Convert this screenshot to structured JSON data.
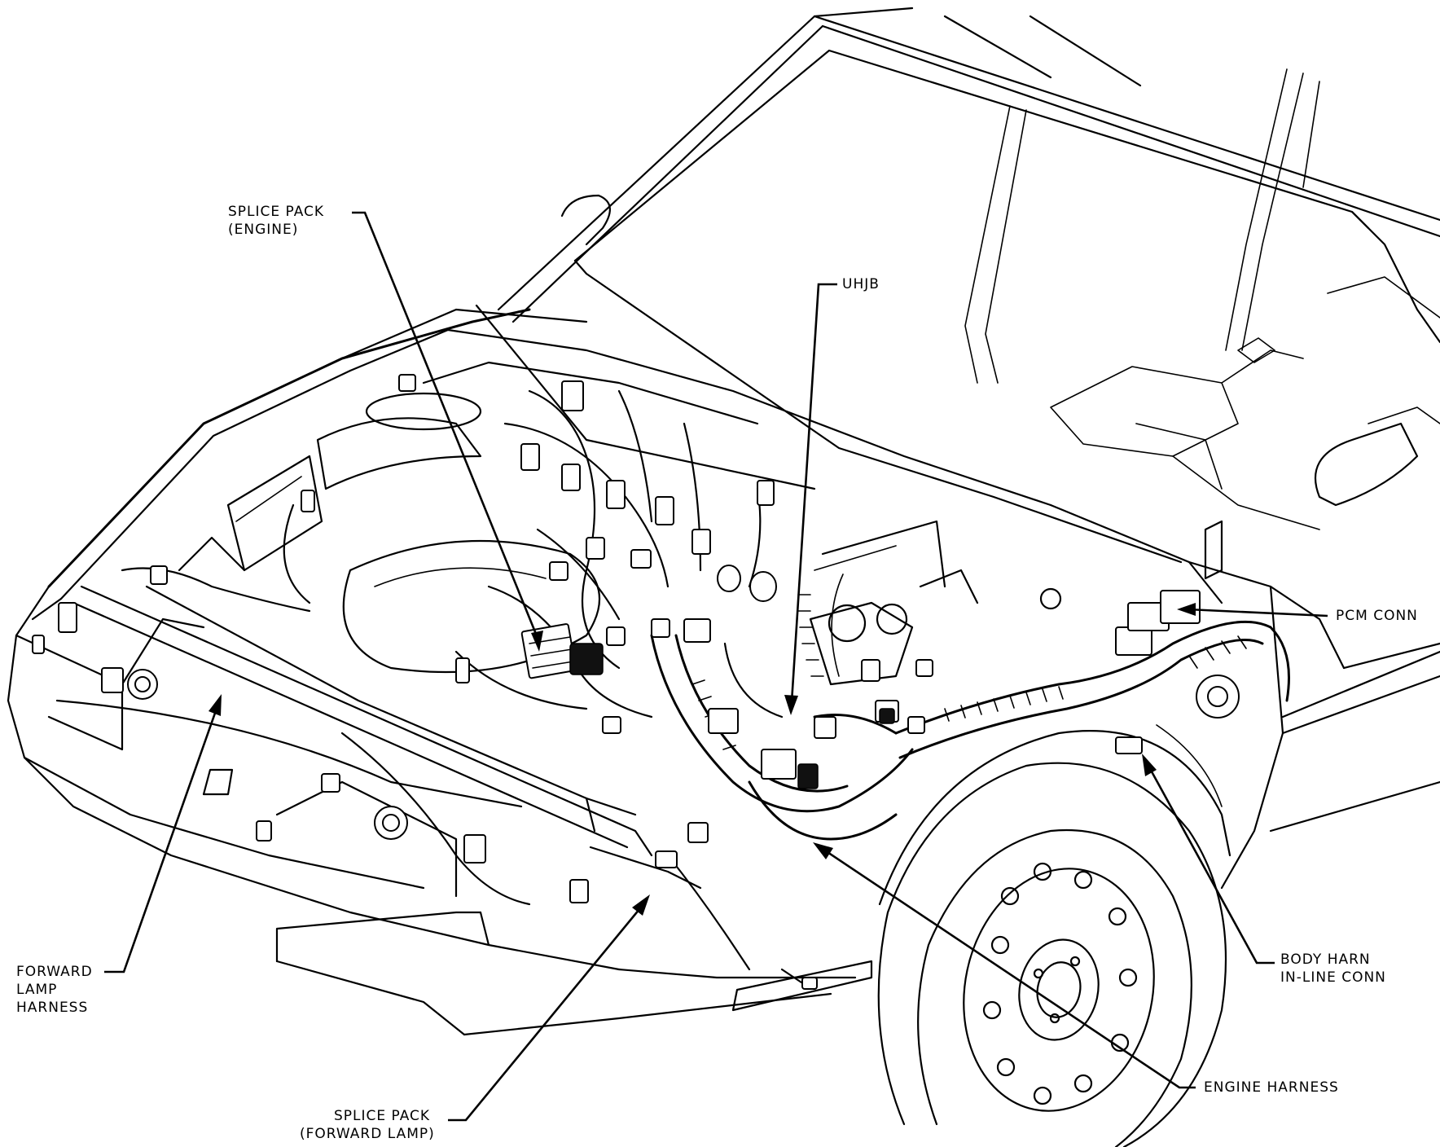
{
  "labels": {
    "splice_pack_engine_l1": "SPLICE PACK",
    "splice_pack_engine_l2": "(ENGINE)",
    "uhjb": "UHJB",
    "pcm_conn": "PCM CONN",
    "forward_lamp_harness_l1": "FORWARD",
    "forward_lamp_harness_l2": "LAMP",
    "forward_lamp_harness_l3": "HARNESS",
    "body_harn_l1": "BODY HARN",
    "body_harn_l2": "IN-LINE CONN",
    "engine_harness": "ENGINE HARNESS",
    "splice_pack_fwd_l1": "SPLICE PACK",
    "splice_pack_fwd_l2": "(FORWARD LAMP)"
  }
}
